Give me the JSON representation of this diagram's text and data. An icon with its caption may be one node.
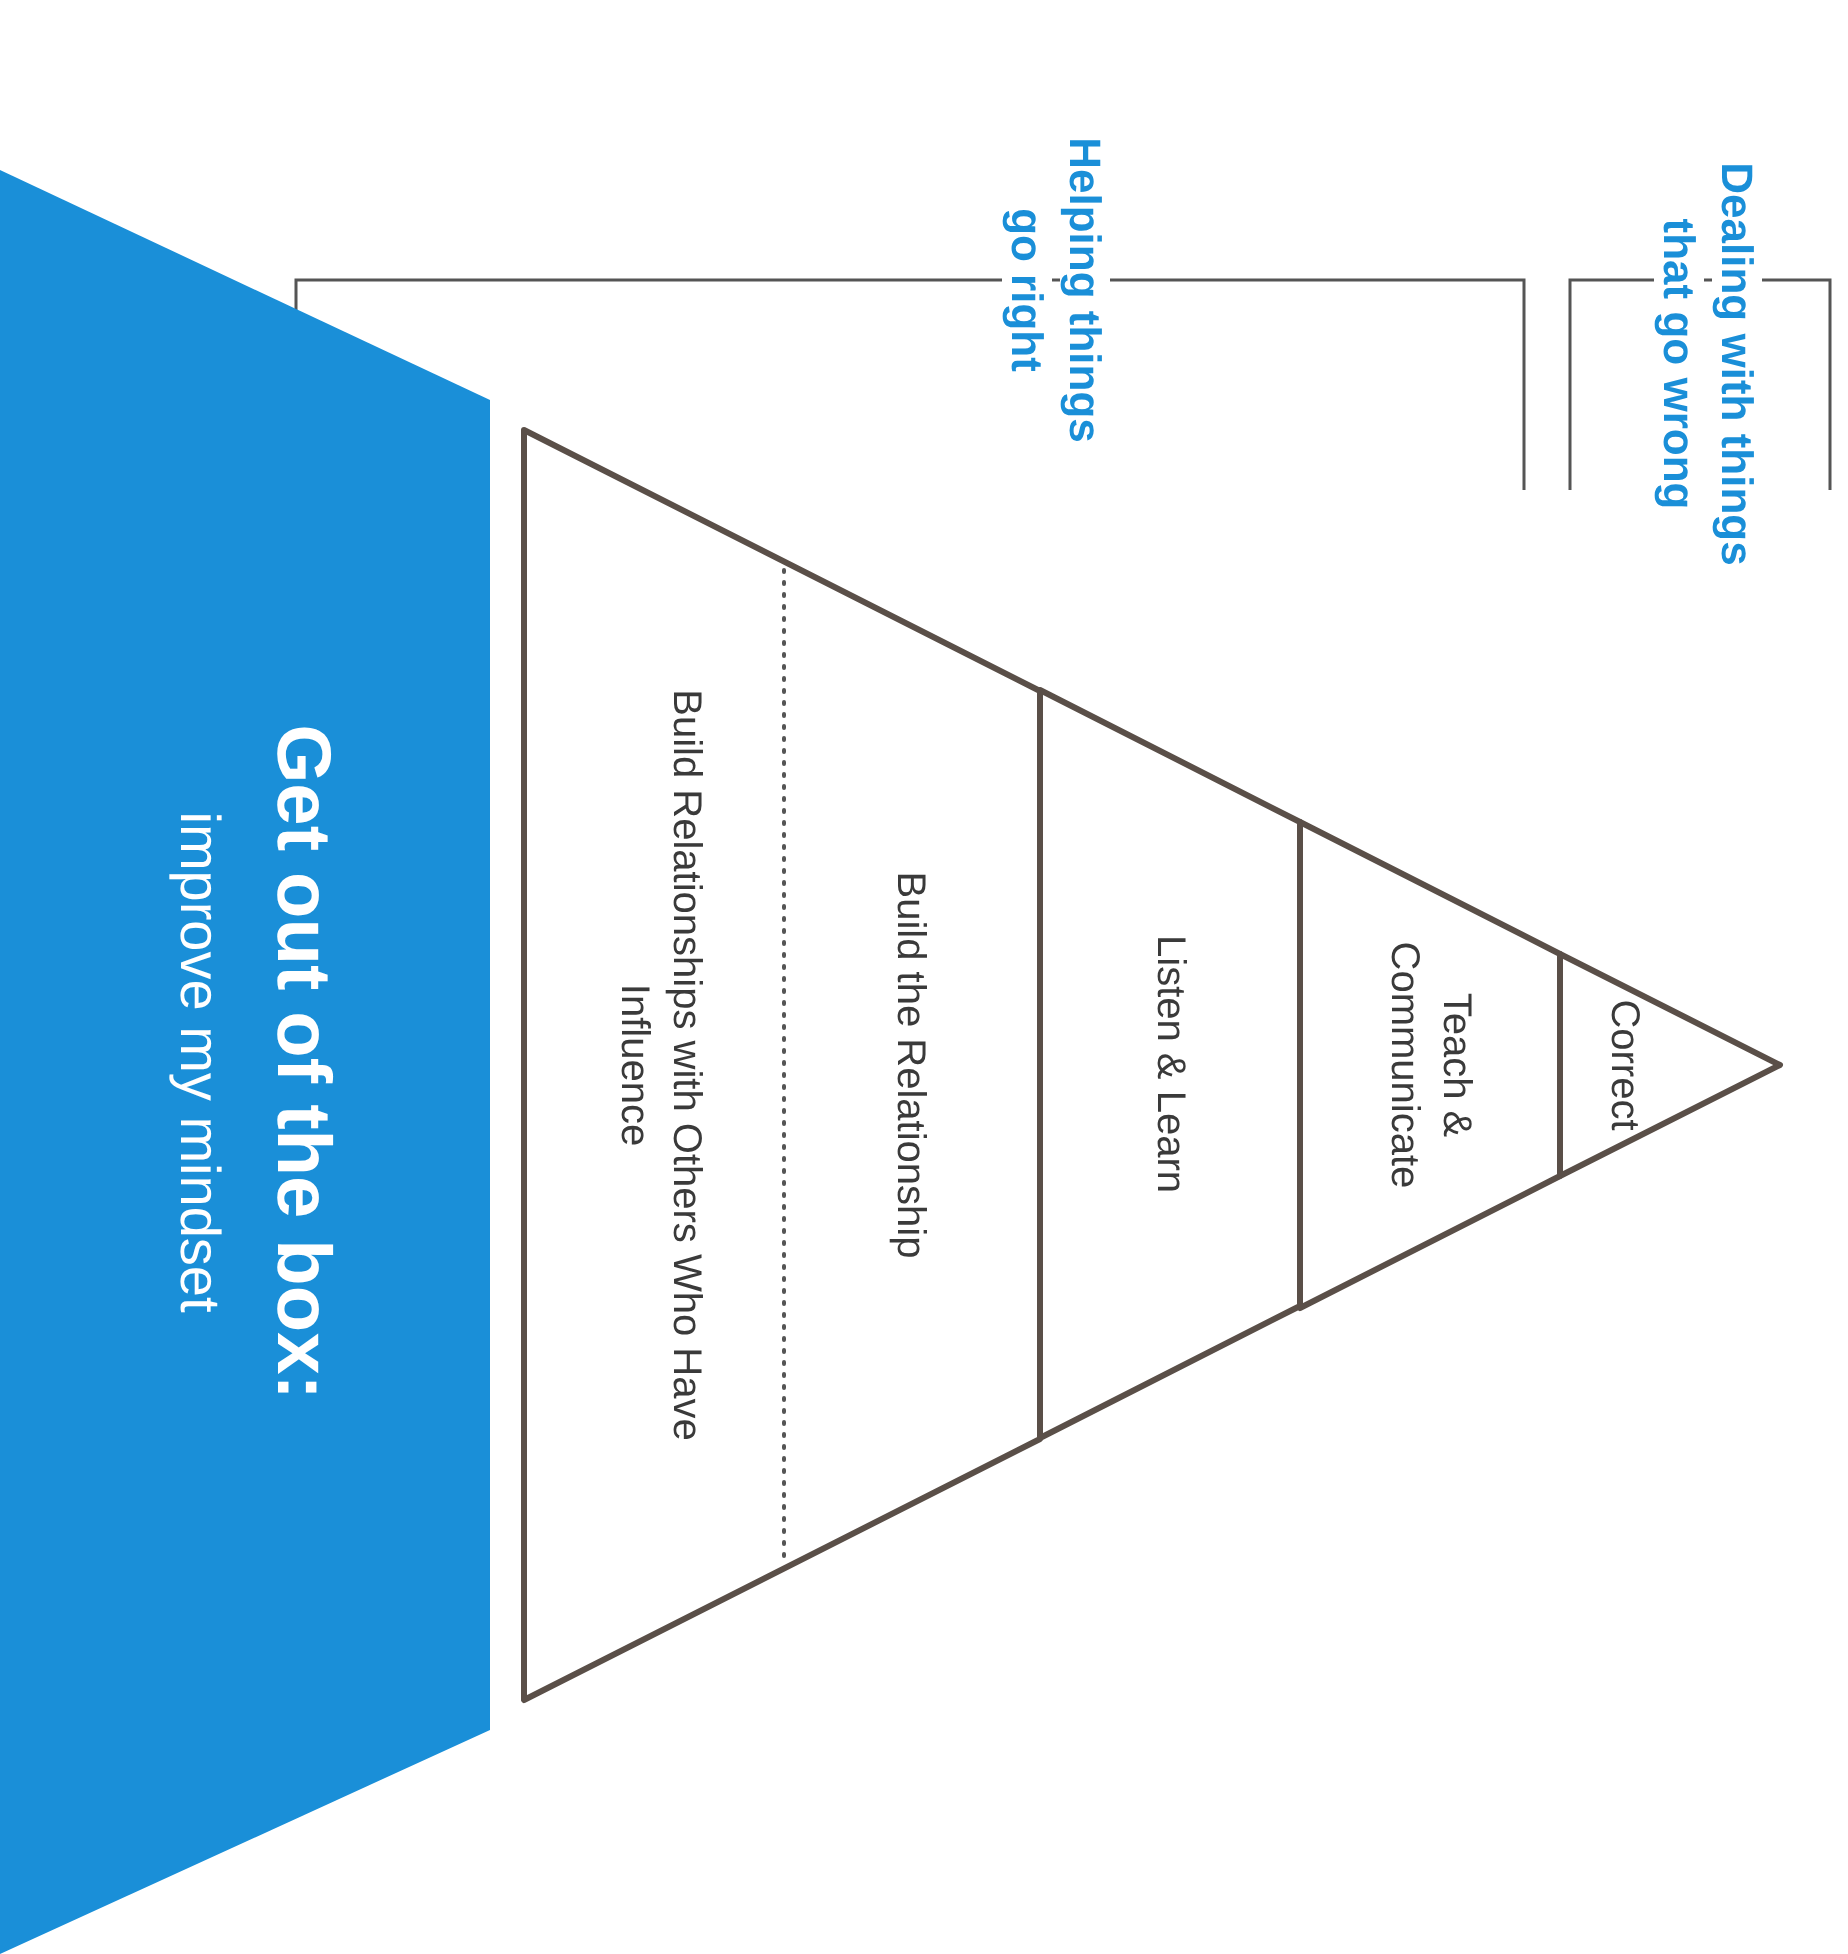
{
  "diagram": {
    "nodes": [
      {
        "text": [
          "Correct"
        ]
      },
      {
        "text": [
          "Teach & Communicate"
        ]
      },
      {
        "text": [
          "Listen & Learn"
        ]
      },
      {
        "text": [
          "Build the Relationship",
          "Build Relationships with Others Who Have Influence"
        ]
      },
      {
        "text": [
          "Get out of the box:",
          "improve my mindset"
        ]
      }
    ],
    "labels": [
      "Dealing with things that go wrong",
      "Helping things go right"
    ]
  }
}
